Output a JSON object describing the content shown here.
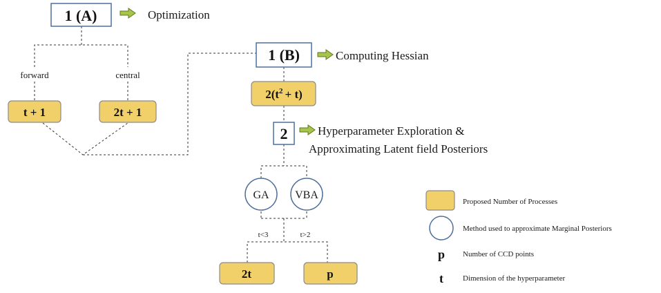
{
  "steps": {
    "s1a": {
      "label": "1 (A)",
      "desc": "Optimization"
    },
    "s1b": {
      "label": "1 (B)",
      "desc": "Computing Hessian"
    },
    "s2": {
      "label": "2",
      "desc_line1": "Hyperparameter Exploration &",
      "desc_line2": "Approximating Latent field Posteriors"
    }
  },
  "branches": {
    "forward": "forward",
    "central": "central",
    "t_lt3": "t<3",
    "t_gt2": "t>2"
  },
  "processes": {
    "forward": "t + 1",
    "central": "2t + 1",
    "hessian_base": "2(t",
    "hessian_sup": "2",
    "hessian_rest": "+ t)",
    "ga": "2t",
    "vba": "p"
  },
  "methods": {
    "ga": "GA",
    "vba": "VBA"
  },
  "legend": {
    "box": "Proposed Number of Processes",
    "circle": "Method used to approximate Marginal Posteriors",
    "p_symbol": "p",
    "p_desc": "Number of CCD points",
    "t_symbol": "t",
    "t_desc": "Dimension of the hyperparameter"
  },
  "colors": {
    "process_fill": "#f2d069",
    "step_border": "#4f6f9a",
    "arrow_fill": "#a8c44a"
  }
}
